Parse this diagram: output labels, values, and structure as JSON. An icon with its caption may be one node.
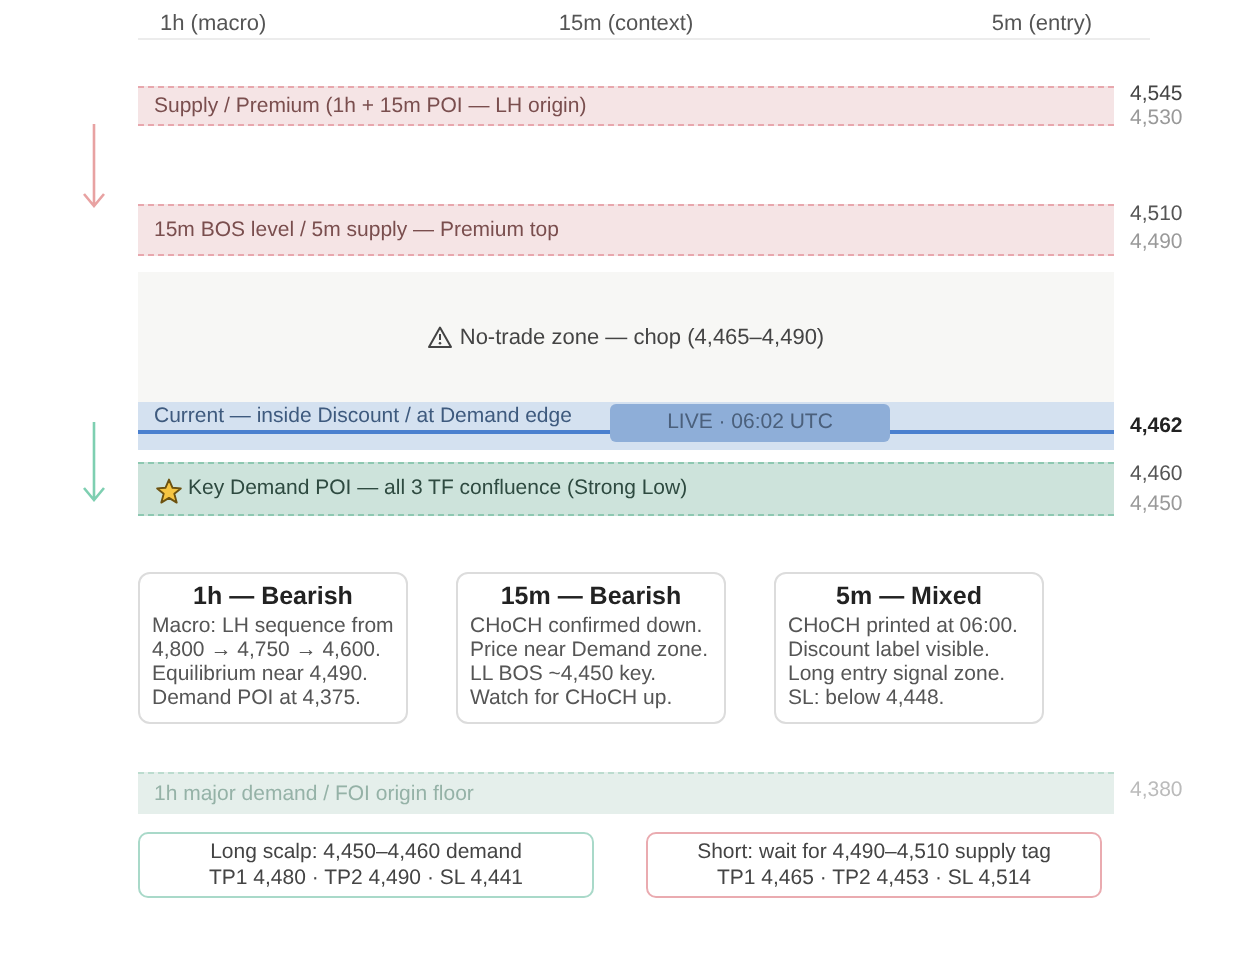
{
  "diagram": {
    "nodes": [
      {
        "text": [
          "Supply / Premium (1h + 15m POI — LH origin)"
        ],
        "beside": [
          "4,545",
          "4,530"
        ]
      },
      {
        "text": [
          "15m BOS level / 5m supply — Premium top"
        ],
        "beside": [
          "4,510",
          "4,490"
        ]
      },
      {
        "text": [
          "No-trade zone — chop (4,465–4,490)"
        ]
      },
      {
        "text": [
          "Current — inside Discount / at Demand edge"
        ],
        "beside": [
          "4,462"
        ]
      },
      {
        "text": [
          "LIVE · 06:02 UTC"
        ],
        "in": 3
      },
      {
        "text": [
          "Key Demand POI — all 3 TF confluence (Strong Low)"
        ],
        "beside": [
          "4,460",
          "4,450"
        ]
      },
      {
        "text": [
          "1h — Bearish",
          "Macro: LH sequence from 4,800 → 4,750 → 4,600. Equilibrium near 4,490. Demand POI at 4,375."
        ]
      },
      {
        "text": [
          "15m — Bearish",
          "CHoCH confirmed down. Price near Demand zone. LL BOS ~4,450 key. Watch for CHoCH up."
        ]
      },
      {
        "text": [
          "5m — Mixed",
          "CHoCH printed at 06:00. Discount label visible. Long entry signal zone. SL: below 4,448."
        ]
      },
      {
        "text": [
          "1h major demand / FOI origin floor"
        ],
        "beside": [
          "4,380"
        ]
      },
      {
        "text": [
          "Long scalp: 4,450–4,460 demand",
          "TP1 4,480 · TP2 4,490 · SL 4,441"
        ]
      },
      {
        "text": [
          "Short: wait for 4,490–4,510 supply tag",
          "TP1 4,465 · TP2 4,453 · SL 4,514"
        ]
      }
    ],
    "labels": [
      "1h (macro)",
      "15m (context)",
      "5m (entry)"
    ]
  }
}
